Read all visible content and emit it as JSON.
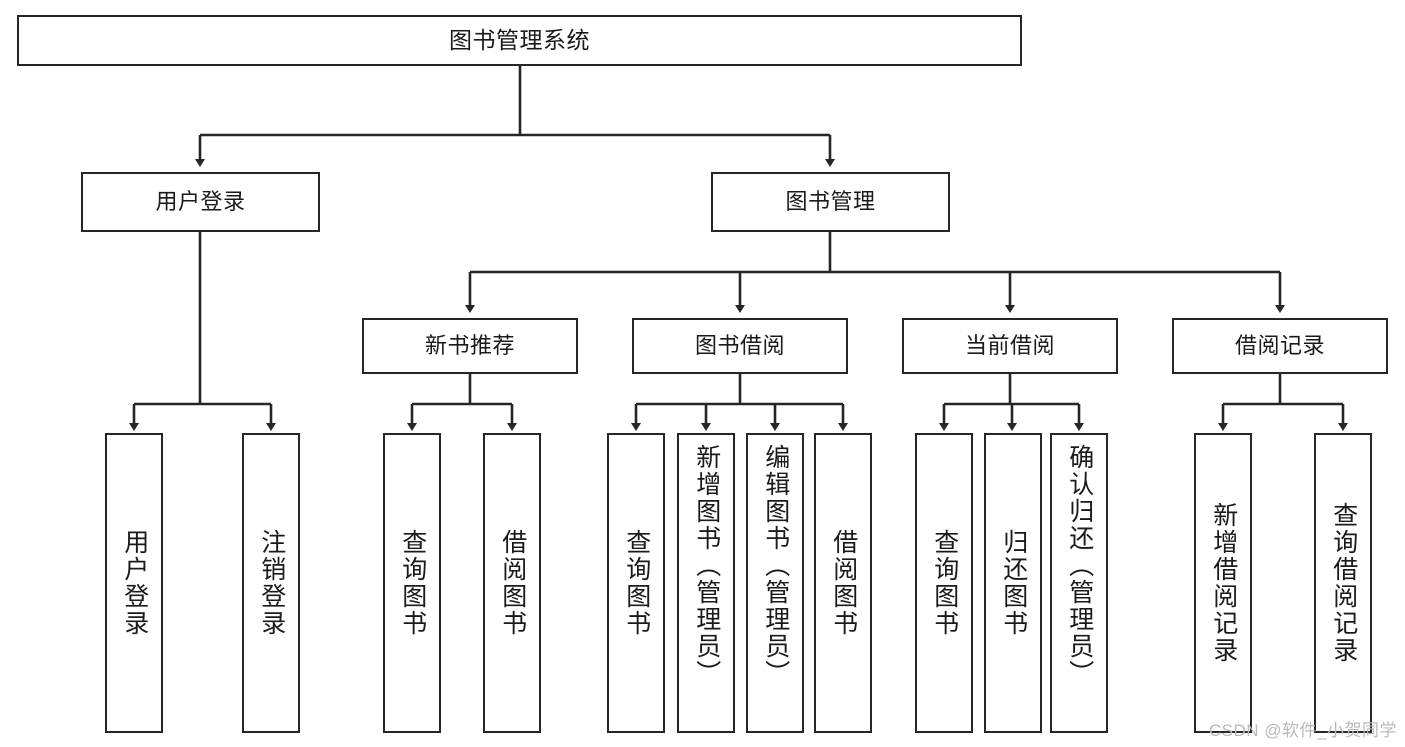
{
  "diagram": {
    "title": "图书管理系统",
    "type": "hierarchy-tree",
    "watermark": "CSDN @软件_小贺同学",
    "colors": {
      "stroke": "#262626",
      "fill": "#ffffff",
      "text": "#1a1a1a",
      "watermark": "#b9b9b9"
    },
    "root": {
      "label": "图书管理系统"
    },
    "level2": [
      {
        "label": "用户登录"
      },
      {
        "label": "图书管理"
      }
    ],
    "level3": [
      {
        "label": "新书推荐"
      },
      {
        "label": "图书借阅"
      },
      {
        "label": "当前借阅"
      },
      {
        "label": "借阅记录"
      }
    ],
    "leaves": {
      "user_login": [
        {
          "label": "用户登录"
        },
        {
          "label": "注销登录"
        }
      ],
      "new_book_recommend": [
        {
          "label": "查询图书"
        },
        {
          "label": "借阅图书"
        }
      ],
      "book_borrow": [
        {
          "label": "查询图书"
        },
        {
          "label": "新增图书（管理员）"
        },
        {
          "label": "编辑图书（管理员）"
        },
        {
          "label": "借阅图书"
        }
      ],
      "current_borrow": [
        {
          "label": "查询图书"
        },
        {
          "label": "归还图书"
        },
        {
          "label": "确认归还（管理员）"
        }
      ],
      "borrow_record": [
        {
          "label": "新增借阅记录"
        },
        {
          "label": "查询借阅记录"
        }
      ]
    }
  }
}
